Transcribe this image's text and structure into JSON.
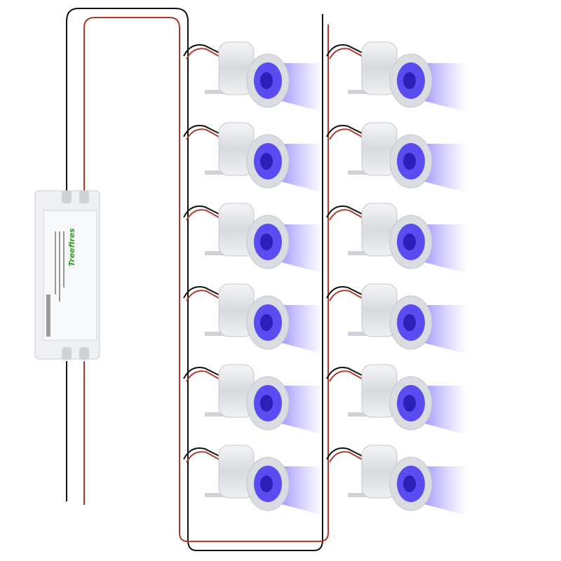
{
  "driver": {
    "brand": "Treefires"
  },
  "colors": {
    "black_wire": "#111111",
    "red_wire": "#b03a2e",
    "led_light": "#4b3cff",
    "housing": "#e4e6ea"
  },
  "lights": {
    "columns": 2,
    "rows": 6
  }
}
